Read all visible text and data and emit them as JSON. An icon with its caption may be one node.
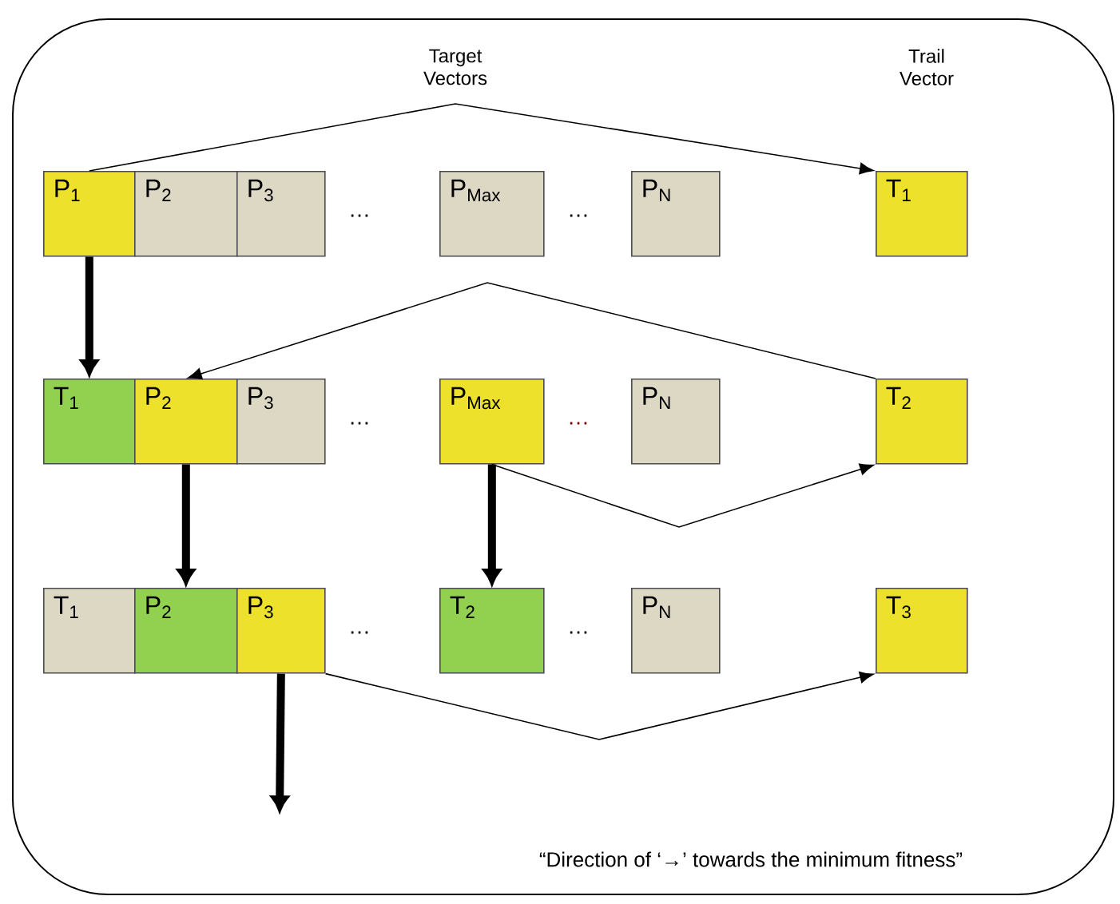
{
  "diagram": {
    "nodes": [
      {
        "text": [
          "P$_{1}$"
        ]
      },
      {
        "text": [
          "P$_{2}$"
        ]
      },
      {
        "text": [
          "P$_{3}$"
        ]
      },
      {
        "text": [
          "P$_{Max}$"
        ]
      },
      {
        "text": [
          "P$_{N}$"
        ]
      },
      {
        "text": [
          "T$_{1}$"
        ]
      },
      {
        "text": [
          "T$_{1}$"
        ]
      },
      {
        "text": [
          "P$_{2}$"
        ]
      },
      {
        "text": [
          "P$_{3}$"
        ]
      },
      {
        "text": [
          "P$_{Max}$"
        ]
      },
      {
        "text": [
          "P$_{N}$"
        ]
      },
      {
        "text": [
          "T$_{2}$"
        ]
      },
      {
        "text": [
          "T$_{1}$"
        ]
      },
      {
        "text": [
          "P$_{2}$"
        ]
      },
      {
        "text": [
          "P$_{3}$"
        ]
      },
      {
        "text": [
          "T$_{2}$"
        ]
      },
      {
        "text": [
          "P$_{N}$"
        ]
      },
      {
        "text": [
          "T$_{3}$"
        ]
      }
    ],
    "edges": [
      {
        "from": 0,
        "to": 5,
        "arrow": "to"
      },
      {
        "from": 0,
        "to": 6,
        "arrow": "to",
        "style": "thick"
      },
      {
        "from": 11,
        "to": 7,
        "arrow": "to"
      },
      {
        "from": 7,
        "to": 13,
        "arrow": "to",
        "style": "thick"
      },
      {
        "from": 9,
        "to": 15,
        "arrow": "to",
        "style": "thick"
      },
      {
        "from": 9,
        "to": 11,
        "arrow": "to"
      },
      {
        "from": 14,
        "to": null,
        "arrow": "to",
        "style": "thick"
      },
      {
        "from": 14,
        "to": 17,
        "arrow": "to"
      }
    ],
    "labels": [
      "Target Vectors",
      "Trail Vector",
      "…",
      "…",
      "…",
      "…",
      "…",
      "…",
      "“Direction of ‘→’ towards the minimum fitness”"
    ]
  }
}
